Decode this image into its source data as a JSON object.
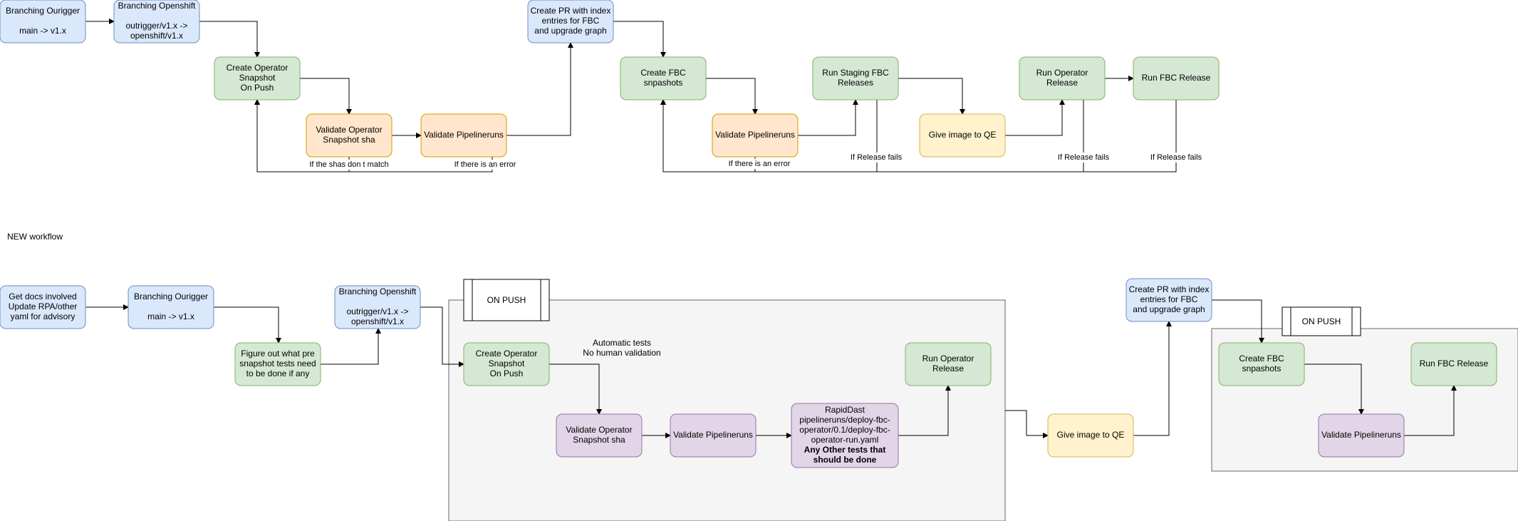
{
  "colors": {
    "blue_fill": "#dae8fc",
    "blue_stroke": "#6c8ebf",
    "green_fill": "#d5e8d4",
    "green_stroke": "#82b366",
    "orange_fill": "#ffe6cc",
    "orange_stroke": "#d79b00",
    "yellow_fill": "#fff2cc",
    "yellow_stroke": "#d6b656",
    "purple_fill": "#e1d5e7",
    "purple_stroke": "#9673a6",
    "container_fill": "#f5f5f5",
    "container_stroke": "#666666",
    "edge": "#000000"
  },
  "nodes": {
    "branching_ourigger_top": {
      "lines": [
        "Branching Ourigger",
        "",
        "main -> v1.x"
      ]
    },
    "branching_openshift_top": {
      "lines": [
        "Branching Openshift",
        "",
        "outrigger/v1.x ->",
        "openshift/v1.x"
      ]
    },
    "create_operator_snapshot_top": {
      "lines": [
        "Create Operator",
        "Snapshot",
        "On Push"
      ]
    },
    "validate_operator_sha_top": {
      "lines": [
        "Validate Operator",
        "Snapshot sha"
      ]
    },
    "validate_pipelineruns_top_1": {
      "lines": [
        "Validate Pipelineruns"
      ]
    },
    "create_pr_top": {
      "lines": [
        "Create PR with index",
        "entries for FBC",
        "and upgrade graph"
      ]
    },
    "create_fbc_top": {
      "lines": [
        "Create FBC",
        "snpashots"
      ]
    },
    "validate_pipelineruns_top_2": {
      "lines": [
        "Validate Pipelineruns"
      ]
    },
    "run_staging_fbc_top": {
      "lines": [
        "Run Staging FBC",
        "Releases"
      ]
    },
    "give_image_qe_top": {
      "lines": [
        "Give image to QE"
      ]
    },
    "run_operator_release_top": {
      "lines": [
        "Run Operator",
        "Release"
      ]
    },
    "run_fbc_release_top": {
      "lines": [
        "Run FBC Release"
      ]
    },
    "get_docs": {
      "lines": [
        "Get docs involved",
        "Update RPA/other",
        "yaml for advisory"
      ]
    },
    "branching_ourigger_bottom": {
      "lines": [
        "Branching Ourigger",
        "",
        "main -> v1.x"
      ]
    },
    "figure_out": {
      "lines": [
        "Figure out what pre",
        "snapshot tests need",
        "to be done if any"
      ]
    },
    "branching_openshift_bottom": {
      "lines": [
        "Branching Openshift",
        "",
        "outrigger/v1.x ->",
        "openshift/v1.x"
      ]
    },
    "create_operator_snapshot_bottom": {
      "lines": [
        "Create Operator",
        "Snapshot",
        "On Push"
      ]
    },
    "validate_operator_sha_bottom": {
      "lines": [
        "Validate Operator",
        "Snapshot sha"
      ]
    },
    "validate_pipelineruns_bottom_1": {
      "lines": [
        "Validate Pipelineruns"
      ]
    },
    "rapiddast": {
      "lines": [
        "RapidDast",
        "pipelineruns/deploy-fbc-",
        "operator/0.1/deploy-fbc-",
        "operator-run.yaml"
      ],
      "bold_lines": [
        "Any Other tests that",
        "should be done"
      ]
    },
    "run_operator_release_bottom": {
      "lines": [
        "Run Operator",
        "Release"
      ]
    },
    "give_image_qe_bottom": {
      "lines": [
        "Give image to QE"
      ]
    },
    "create_pr_bottom": {
      "lines": [
        "Create PR with index",
        "entries for FBC",
        "and upgrade graph"
      ]
    },
    "create_fbc_bottom": {
      "lines": [
        "Create FBC",
        "snpashots"
      ]
    },
    "validate_pipelineruns_bottom_2": {
      "lines": [
        "Validate Pipelineruns"
      ]
    },
    "run_fbc_release_bottom": {
      "lines": [
        "Run FBC Release"
      ]
    }
  },
  "containers": {
    "on_push_1": {
      "label": "ON PUSH"
    },
    "on_push_2": {
      "label": "ON PUSH"
    }
  },
  "edge_labels": {
    "shas_dont_match": "If the shas don t match",
    "error_1": "If there is an error",
    "error_2": "If there is an error",
    "release_fails_1": "If Release fails",
    "release_fails_2": "If Release fails",
    "release_fails_3": "If Release fails"
  },
  "free_text": {
    "new_workflow": "NEW workflow",
    "automatic_tests": [
      "Automatic tests",
      "No human validation"
    ]
  }
}
